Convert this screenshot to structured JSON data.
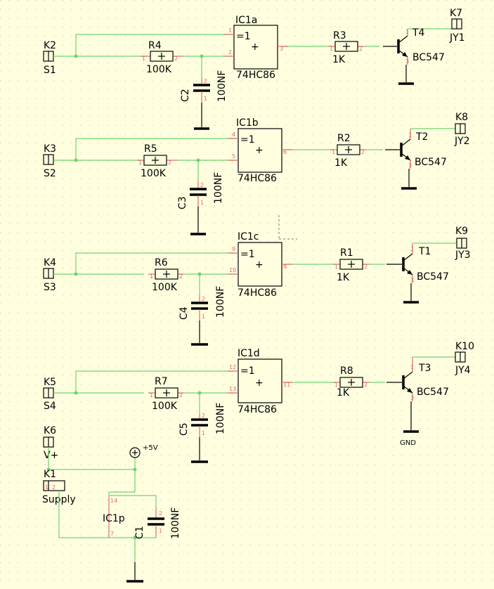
{
  "connectors": {
    "k2": {
      "ref": "K2",
      "net": "S1"
    },
    "k3": {
      "ref": "K3",
      "net": "S2"
    },
    "k4": {
      "ref": "K4",
      "net": "S3"
    },
    "k5": {
      "ref": "K5",
      "net": "S4"
    },
    "k6": {
      "ref": "K6",
      "net": "V+"
    },
    "k1": {
      "ref": "K1",
      "net": "Supply"
    },
    "k7": {
      "ref": "K7",
      "net": "JY1"
    },
    "k8": {
      "ref": "K8",
      "net": "JY2"
    },
    "k9": {
      "ref": "K9",
      "net": "JY3"
    },
    "k10": {
      "ref": "K10",
      "net": "JY4"
    }
  },
  "gates": {
    "ic1a": {
      "ref": "IC1a",
      "part": "74HC86",
      "symbol": "=1",
      "sign": "+",
      "pins": [
        "1",
        "2",
        "3"
      ]
    },
    "ic1b": {
      "ref": "IC1b",
      "part": "74HC86",
      "symbol": "=1",
      "sign": "+",
      "pins": [
        "4",
        "5",
        "6"
      ]
    },
    "ic1c": {
      "ref": "IC1c",
      "part": "74HC86",
      "symbol": "=1",
      "sign": "+",
      "pins": [
        "9",
        "10",
        "8"
      ]
    },
    "ic1d": {
      "ref": "IC1d",
      "part": "74HC86",
      "symbol": "=1",
      "sign": "+",
      "pins": [
        "12",
        "13",
        "11"
      ]
    },
    "ic1p": {
      "ref": "IC1p",
      "pins": [
        "14",
        "7"
      ]
    }
  },
  "resistors": {
    "r4": {
      "ref": "R4",
      "value": "100K"
    },
    "r5": {
      "ref": "R5",
      "value": "100K"
    },
    "r6": {
      "ref": "R6",
      "value": "100K"
    },
    "r7": {
      "ref": "R7",
      "value": "100K"
    },
    "r3": {
      "ref": "R3",
      "value": "1K"
    },
    "r2": {
      "ref": "R2",
      "value": "1K"
    },
    "r1": {
      "ref": "R1",
      "value": "1K"
    },
    "r8": {
      "ref": "R8",
      "value": "1K"
    }
  },
  "capacitors": {
    "c2": {
      "ref": "C2",
      "value": "100NF"
    },
    "c3": {
      "ref": "C3",
      "value": "100NF"
    },
    "c4": {
      "ref": "C4",
      "value": "100NF"
    },
    "c5": {
      "ref": "C5",
      "value": "100NF"
    },
    "c1": {
      "ref": "C1",
      "value": "100NF"
    }
  },
  "transistors": {
    "t4": {
      "ref": "T4",
      "part": "BC547"
    },
    "t2": {
      "ref": "T2",
      "part": "BC547"
    },
    "t1": {
      "ref": "T1",
      "part": "BC547"
    },
    "t3": {
      "ref": "T3",
      "part": "BC547"
    }
  },
  "power": {
    "vcc": "+5V",
    "gnd": "GND"
  },
  "pin_numbers": {
    "p1": "1",
    "p2": "2",
    "p3": "3",
    "p4": "4",
    "p5": "5",
    "p6": "6",
    "p7": "7",
    "p8": "8",
    "p9": "9",
    "p10": "10",
    "p11": "11",
    "p12": "12",
    "p13": "13",
    "p14": "14"
  }
}
